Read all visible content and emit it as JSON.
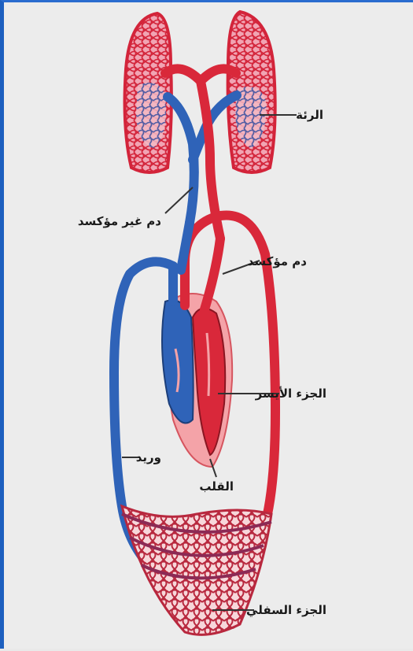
{
  "labels": {
    "lungs": "الرئة",
    "deoxygenated_blood": "دم غير مؤكسد",
    "oxygenated_blood": "دم مؤكسد",
    "left_side": "الجزء الأيسر",
    "vein": "وريد",
    "heart": "القلب",
    "lower_part": "الجزء السفلي"
  },
  "colors": {
    "oxygenated": "#e0283a",
    "deoxygenated": "#2f63b8",
    "heart_fill": "#f4a3a8",
    "lung_fill": "#f1a4b3",
    "frame_border": "#1d5fbf"
  }
}
